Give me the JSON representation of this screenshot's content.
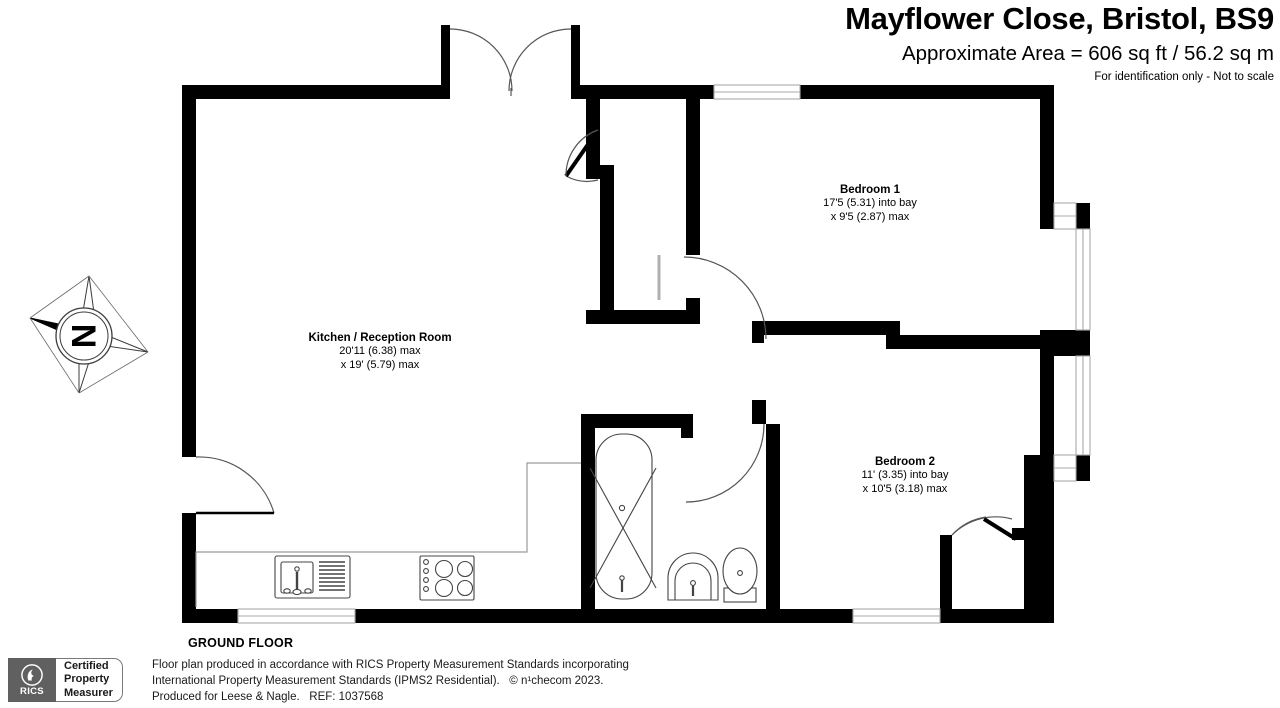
{
  "header": {
    "title": "Mayflower Close, Bristol, BS9",
    "area": "Approximate Area = 606 sq ft / 56.2 sq m",
    "notice": "For identification only - Not to scale"
  },
  "rooms": [
    {
      "id": "kitchen",
      "name": "Kitchen / Reception Room",
      "dim1": "20'11 (6.38) max",
      "dim2": "x 19' (5.79) max"
    },
    {
      "id": "bedroom1",
      "name": "Bedroom 1",
      "dim1": "17'5 (5.31) into bay",
      "dim2": "x 9'5 (2.87) max"
    },
    {
      "id": "bedroom2",
      "name": "Bedroom 2",
      "dim1": "11' (3.35) into bay",
      "dim2": "x 10'5 (3.18) max"
    }
  ],
  "compass": {
    "label": "N"
  },
  "floor_caption": "GROUND FLOOR",
  "footer": {
    "badge": {
      "mark": "RICS",
      "line1": "Certified",
      "line2": "Property",
      "line3": "Measurer"
    },
    "disclaimer_line1": "Floor plan produced in accordance with RICS Property Measurement Standards incorporating",
    "disclaimer_line2": "International Property Measurement Standards (IPMS2 Residential).   © n¹checom 2023.",
    "disclaimer_line3": "Produced for Leese & Nagle.   REF: 1037568"
  },
  "colors": {
    "wall": "#000000",
    "background": "#ffffff",
    "fixture_stroke": "#3a3a3a",
    "window_stroke": "#b5b5b5",
    "badge_gray": "#606060"
  }
}
